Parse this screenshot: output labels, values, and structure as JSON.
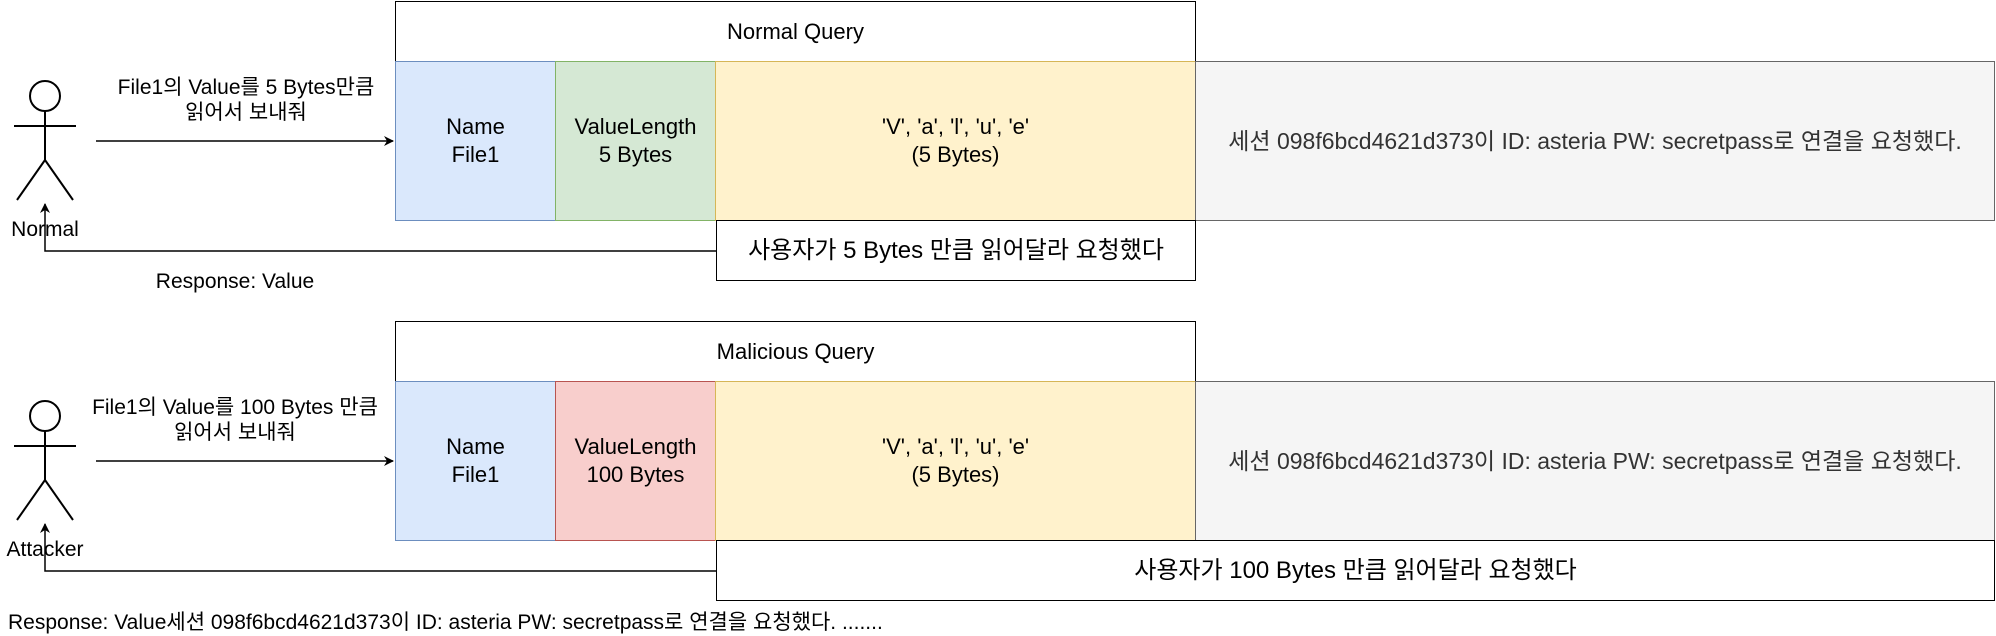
{
  "scenarios": [
    {
      "actor": "Normal",
      "request_line1": "File1의 Value를 5 Bytes만큼",
      "request_line2": "읽어서 보내줘",
      "query_title": "Normal Query",
      "name_field": "Name",
      "name_value": "File1",
      "length_field": "ValueLength",
      "length_value": "5 Bytes",
      "value_chars": "'V', 'a', 'l', 'u', 'e'",
      "value_size": "(5 Bytes)",
      "adjacent_memory": "세션 098f6bcd4621d373이 ID: asteria PW: secretpass로 연결을 요청했다.",
      "server_note": "사용자가 5 Bytes 만큼 읽어달라 요청했다",
      "response": "Response: Value"
    },
    {
      "actor": "Attacker",
      "request_line1": "File1의 Value를 100 Bytes 만큼",
      "request_line2": "읽어서 보내줘",
      "query_title": "Malicious Query",
      "name_field": "Name",
      "name_value": "File1",
      "length_field": "ValueLength",
      "length_value": "100 Bytes",
      "value_chars": "'V', 'a', 'l', 'u', 'e'",
      "value_size": "(5 Bytes)",
      "adjacent_memory": "세션 098f6bcd4621d373이 ID: asteria PW: secretpass로 연결을 요청했다.",
      "server_note": "사용자가 100 Bytes 만큼 읽어달라 요청했다",
      "response": "Response: Value세션 098f6bcd4621d373이 ID: asteria PW: secretpass로 연결을 요청했다. ......."
    }
  ],
  "colors": {
    "name_fill": "#dae8fc",
    "length_ok_fill": "#d5e8d4",
    "length_bad_fill": "#f8cecc",
    "value_fill": "#fff2cc",
    "memory_fill": "#f5f5f5"
  }
}
